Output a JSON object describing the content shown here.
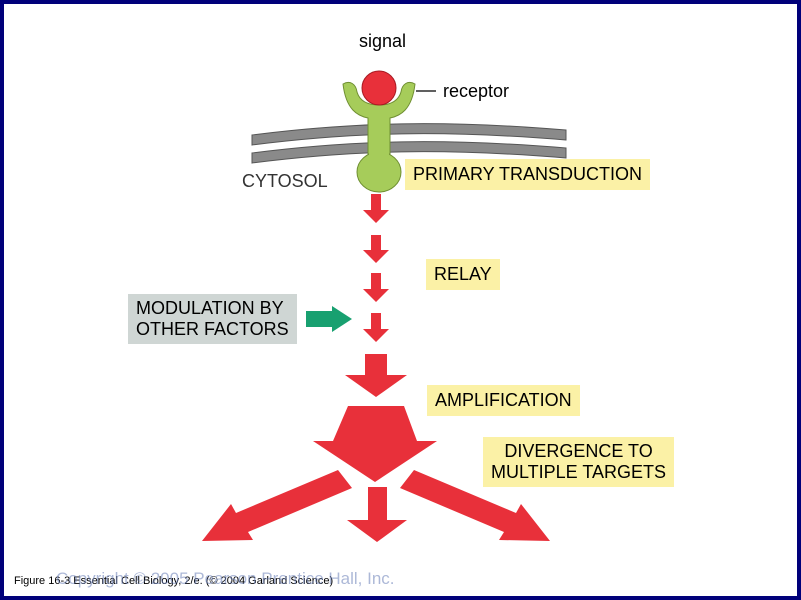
{
  "labels": {
    "signal": "signal",
    "receptor": "receptor",
    "cytosol": "CYTOSOL"
  },
  "steps": {
    "primary_transduction": "PRIMARY TRANSDUCTION",
    "relay": "RELAY",
    "modulation_line1": "MODULATION BY",
    "modulation_line2": "OTHER FACTORS",
    "amplification": "AMPLIFICATION",
    "divergence_line1": "DIVERGENCE TO",
    "divergence_line2": "MULTIPLE TARGETS"
  },
  "footer": {
    "caption": "Figure 16-3  Essential Cell Biology, 2/e. (© 2004 Garland Science)",
    "copyright": "Copyright © 2005 Pearson Prentice Hall, Inc."
  },
  "colors": {
    "signal": "#e8303a",
    "receptor": "#a6cc5a",
    "membrane": "#8a8a8a",
    "arrow_red": "#e8303a",
    "arrow_green": "#18a070",
    "label_yellow": "#fbf1a6",
    "label_gray": "#cfd6d4",
    "frame": "#00007a"
  }
}
